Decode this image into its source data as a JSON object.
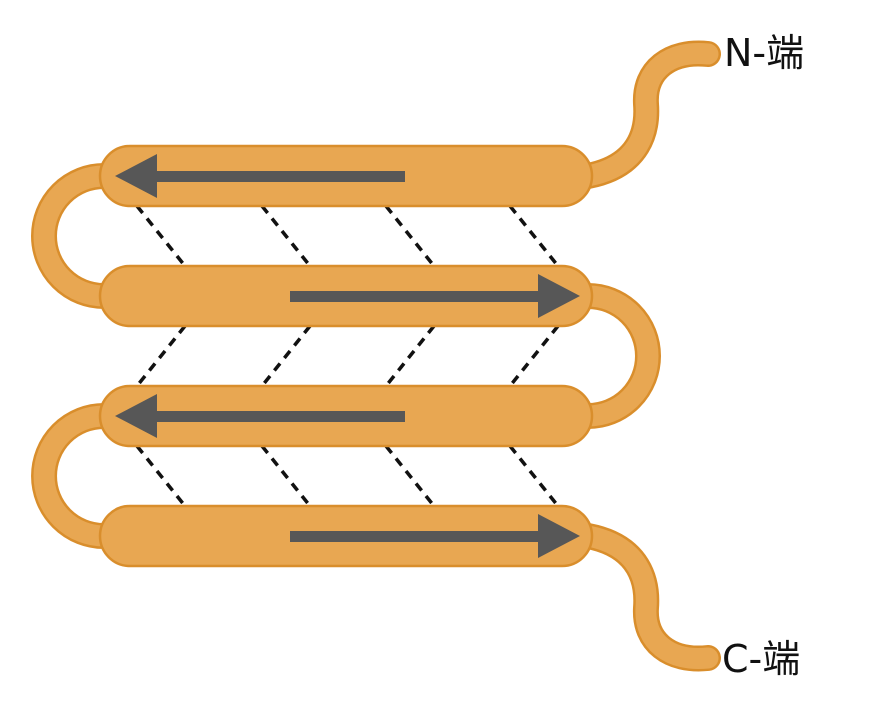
{
  "labels": {
    "n_terminus": "N-端",
    "c_terminus": "C-端"
  },
  "colors": {
    "strand_fill": "#E8A752",
    "strand_stroke": "#D98E2C",
    "arrow": "#575757",
    "hbond": "#111111",
    "background": "#ffffff"
  },
  "strands": [
    {
      "id": 1,
      "direction": "left"
    },
    {
      "id": 2,
      "direction": "right"
    },
    {
      "id": 3,
      "direction": "left"
    },
    {
      "id": 4,
      "direction": "right"
    }
  ]
}
